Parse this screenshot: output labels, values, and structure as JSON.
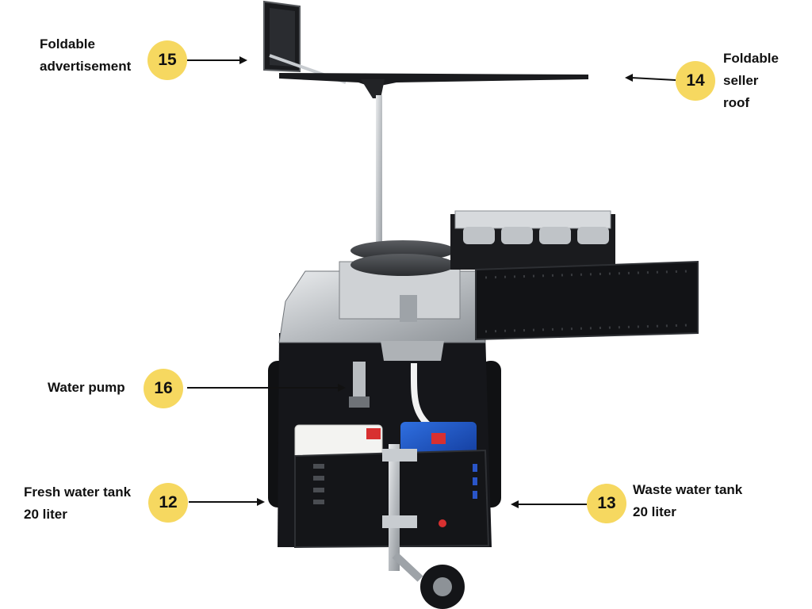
{
  "colors": {
    "badge": "#f6d860",
    "text": "#111111",
    "body": "#15161a",
    "steel": "#bfc3c7"
  },
  "callouts": [
    {
      "id": "15",
      "lines": [
        "Foldable",
        "advertisement"
      ]
    },
    {
      "id": "14",
      "lines": [
        "Foldable",
        "seller",
        "roof"
      ]
    },
    {
      "id": "16",
      "lines": [
        "Water pump"
      ]
    },
    {
      "id": "12",
      "lines": [
        "Fresh water tank",
        "20 liter"
      ]
    },
    {
      "id": "13",
      "lines": [
        "Waste water tank",
        "20 liter"
      ]
    }
  ]
}
